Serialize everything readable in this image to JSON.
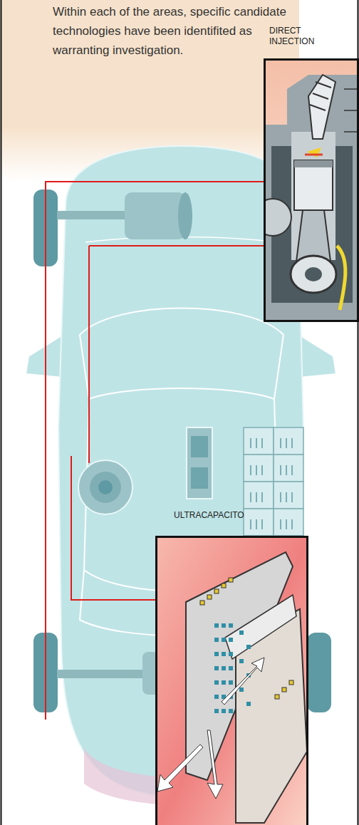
{
  "diagram": {
    "nodes": [
      {
        "text": [
          "Within each of the areas, specific candidate technologies have been identifited as warranting investigation."
        ]
      },
      {
        "text": [
          "DIRECT INJECTION"
        ]
      },
      {
        "text": [
          "ULTRACAPACITO"
        ]
      }
    ]
  }
}
